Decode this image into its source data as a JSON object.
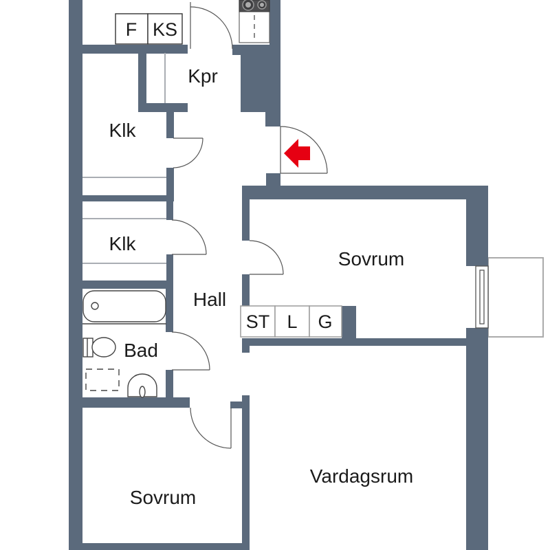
{
  "floorplan": {
    "title": "Apartment floor plan",
    "labels": {
      "kpr": "Kpr",
      "klk_upper": "Klk",
      "klk_lower": "Klk",
      "hall": "Hall",
      "bad": "Bad",
      "sovrum_right": "Sovrum",
      "sovrum_bottom": "Sovrum",
      "vardagsrum": "Vardagsrum",
      "f": "F",
      "ks": "KS",
      "st": "ST",
      "l": "L",
      "g": "G"
    },
    "colors": {
      "wall": "#5b6a7c",
      "arrow": "#e60012",
      "line": "#555555",
      "fixture": "#444444",
      "shelf": "#a9adb3",
      "balcony": "#aaaaaa",
      "text": "#1b1b1b",
      "stove_panel": "#4e4e50"
    }
  }
}
